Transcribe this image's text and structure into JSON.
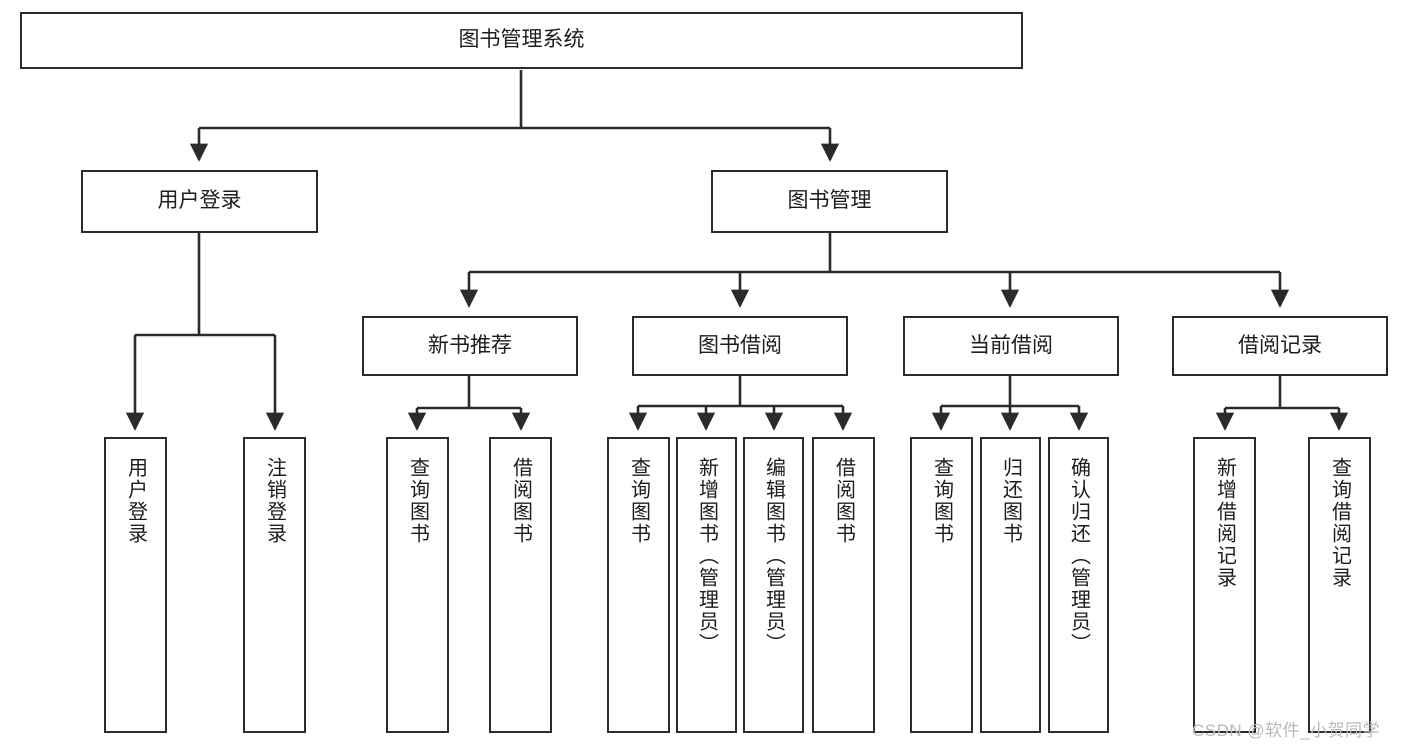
{
  "diagram": {
    "title_text": "图书管理系统",
    "watermark": "CSDN @软件_小贺同学",
    "colors": {
      "stroke": "#2b2b2b",
      "fill": "#ffffff",
      "text": "#1d1d1d",
      "watermark": "#b9b9b9"
    },
    "nodes": {
      "root": {
        "label": "图书管理系统"
      },
      "level2": [
        {
          "id": "user-login",
          "label": "用户登录"
        },
        {
          "id": "book-manage",
          "label": "图书管理"
        }
      ],
      "level3": [
        {
          "id": "new-book-recommend",
          "label": "新书推荐"
        },
        {
          "id": "book-borrow",
          "label": "图书借阅"
        },
        {
          "id": "current-borrow",
          "label": "当前借阅"
        },
        {
          "id": "borrow-record",
          "label": "借阅记录"
        }
      ],
      "leaves": {
        "user_login": [
          {
            "id": "leaf-user-login",
            "label": "用户登录"
          },
          {
            "id": "leaf-logout-login",
            "label": "注销登录"
          }
        ],
        "new_book_recommend": [
          {
            "id": "leaf-query-book-1",
            "label": "查询图书"
          },
          {
            "id": "leaf-borrow-book-1",
            "label": "借阅图书"
          }
        ],
        "book_borrow": [
          {
            "id": "leaf-query-book-2",
            "label": "查询图书"
          },
          {
            "id": "leaf-add-book",
            "label": "新增图书（管理员）"
          },
          {
            "id": "leaf-edit-book",
            "label": "编辑图书（管理员）"
          },
          {
            "id": "leaf-borrow-book-2",
            "label": "借阅图书"
          }
        ],
        "current_borrow": [
          {
            "id": "leaf-query-book-3",
            "label": "查询图书"
          },
          {
            "id": "leaf-return-book",
            "label": "归还图书"
          },
          {
            "id": "leaf-confirm-return",
            "label": "确认归还（管理员）"
          }
        ],
        "borrow_record": [
          {
            "id": "leaf-add-record",
            "label": "新增借阅记录"
          },
          {
            "id": "leaf-query-record",
            "label": "查询借阅记录"
          }
        ]
      }
    }
  }
}
